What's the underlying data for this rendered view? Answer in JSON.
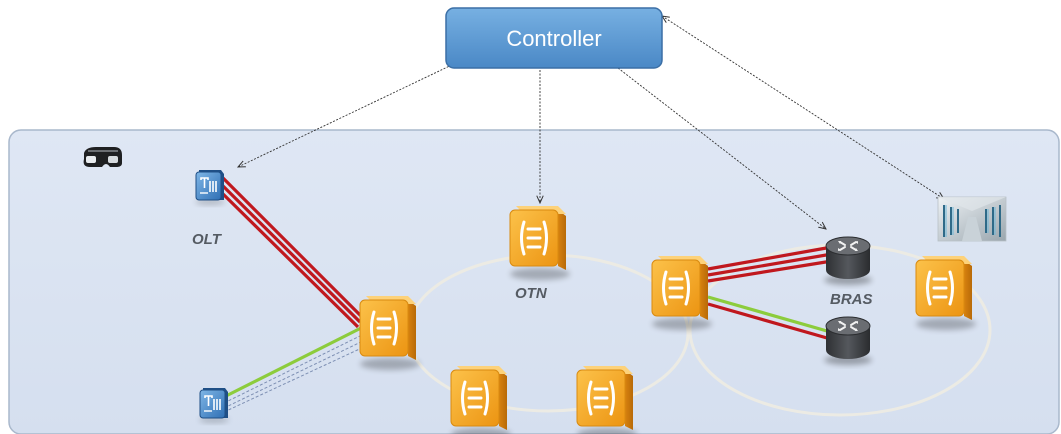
{
  "controller": {
    "label": "Controller"
  },
  "labels": {
    "olt": "OLT",
    "otn": "OTN",
    "bras": "BRAS"
  },
  "colors": {
    "region_fill": "#dbe4f2",
    "region_stroke": "#a9b8cc",
    "controller_fill": "#5b9bd5",
    "controller_stroke": "#3b6fa6",
    "ring": "#ebebe6",
    "red_link": "#c0181e",
    "green_link": "#8ccc3c",
    "dashed_link": "#7d8fb3",
    "control_arrow": "#333333",
    "otn_orange": "#f3a21c",
    "router_dark": "#3b3d40"
  },
  "icons": [
    "vr-headset-icon",
    "olt-device-icon",
    "otn-switch-icon",
    "bras-router-icon",
    "data-center-icon"
  ]
}
